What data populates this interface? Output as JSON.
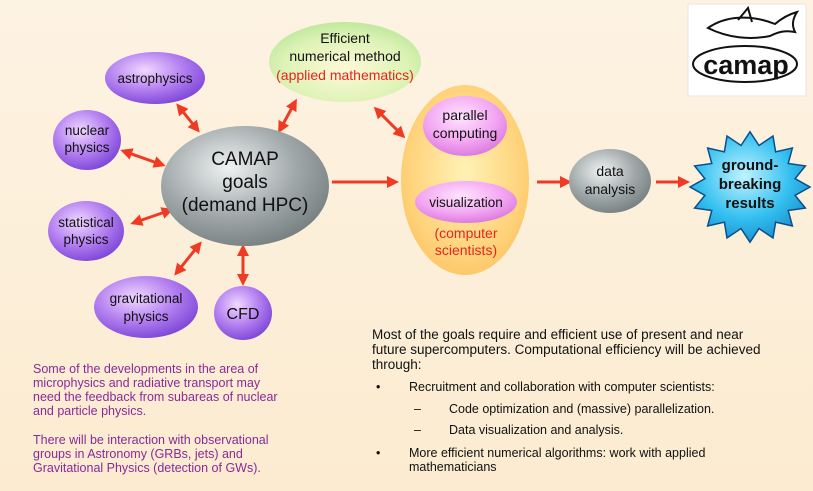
{
  "nodes": {
    "astrophysics": "astrophysics",
    "nuclear_physics": [
      "nuclear",
      "physics"
    ],
    "statistical_physics": [
      "statistical",
      "physics"
    ],
    "gravitational_physics": [
      "gravitational",
      "physics"
    ],
    "cfd": "CFD",
    "camap_goals": [
      "CAMAP",
      "goals",
      "(demand HPC)"
    ],
    "efficient_method": [
      "Efficient",
      "numerical method"
    ],
    "efficient_method_sub": "(applied mathematics)",
    "parallel_computing": [
      "parallel",
      "computing"
    ],
    "visualization": "visualization",
    "computer_scientists": [
      "(computer",
      "scientists)"
    ],
    "data_analysis": [
      "data",
      "analysis"
    ],
    "ground_breaking": [
      "ground-",
      "breaking",
      "results"
    ]
  },
  "logo": {
    "text": "camap"
  },
  "left_notes": {
    "paragraph1": "Some of the developments in the area of microphysics and radiative transport may need the feedback from subareas of nuclear and particle physics.",
    "paragraph2": "There will be interaction with observational groups in Astronomy (GRBs, jets) and Gravitational Physics (detection of GWs)."
  },
  "right_notes": {
    "intro": "Most of the goals require and efficient use of present and near future supercomputers. Computational efficiency will be achieved through:",
    "bullet1": "Recruitment and collaboration with computer scientists:",
    "sub1": "Code optimization and (massive) parallelization.",
    "sub2": "Data visualization and analysis.",
    "bullet2": "More efficient numerical algorithms: work with applied mathematicians"
  },
  "colors": {
    "arrow": "#ef3b24",
    "purple_note": "#8a2a96",
    "applied_math": "#e8231f",
    "computer_scientists": "#e8231f"
  }
}
